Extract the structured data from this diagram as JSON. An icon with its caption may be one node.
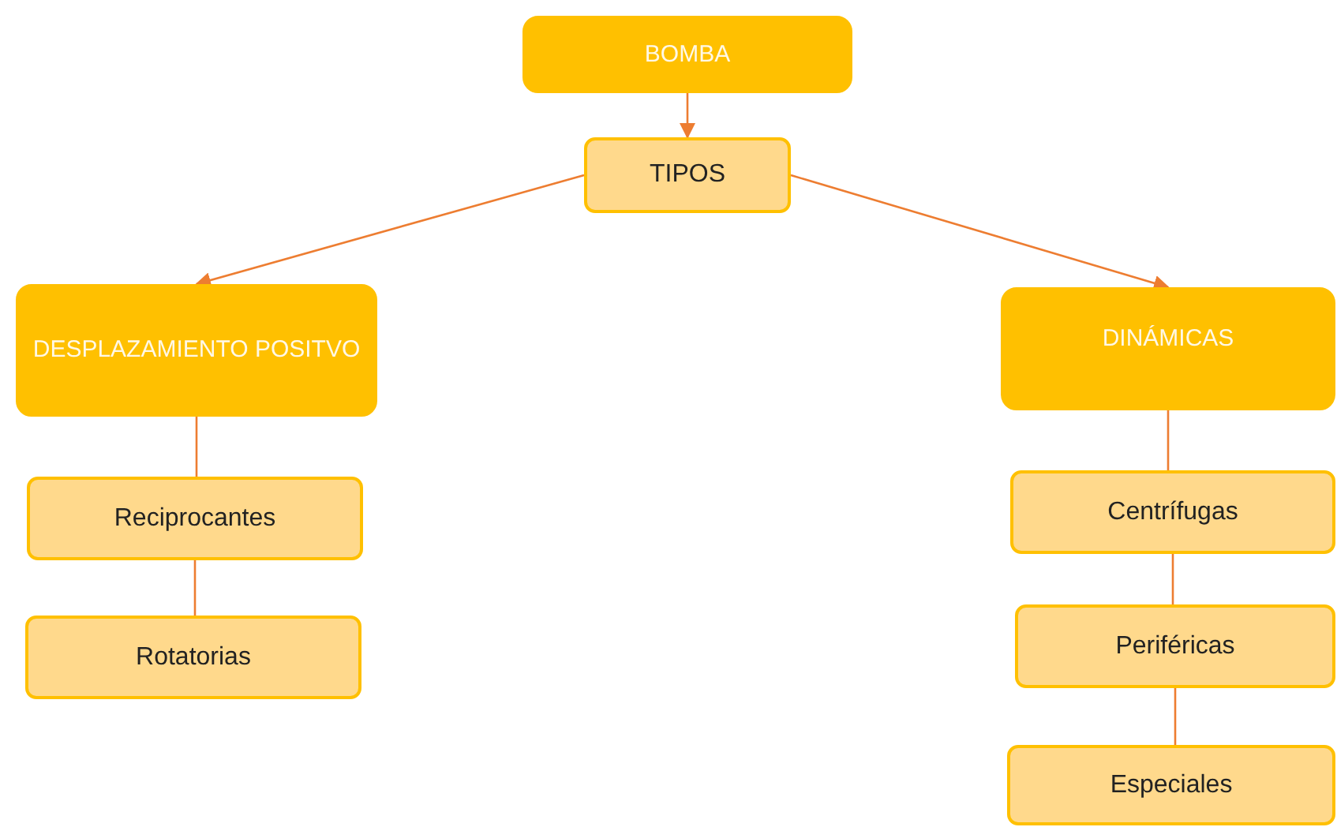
{
  "diagram": {
    "nodes": [
      {
        "text": [
          "BOMBA"
        ]
      },
      {
        "text": [
          "TIPOS"
        ]
      },
      {
        "text": [
          "DESPLAZAMIENTO POSITVO"
        ]
      },
      {
        "text": [
          "DINÁMICAS"
        ]
      },
      {
        "text": [
          "Reciprocantes"
        ]
      },
      {
        "text": [
          "Rotatorias"
        ]
      },
      {
        "text": [
          "Centrífugas"
        ]
      },
      {
        "text": [
          "Periféricas"
        ]
      },
      {
        "text": [
          "Especiales"
        ]
      }
    ],
    "edges": [
      {
        "from": 0,
        "to": 1,
        "arrow": "to"
      },
      {
        "from": 1,
        "to": 2,
        "arrow": "to"
      },
      {
        "from": 1,
        "to": 3,
        "arrow": "to"
      },
      {
        "from": 2,
        "to": 4,
        "arrow": "none"
      },
      {
        "from": 4,
        "to": 5,
        "arrow": "none"
      },
      {
        "from": 3,
        "to": 6,
        "arrow": "none"
      },
      {
        "from": 6,
        "to": 7,
        "arrow": "none"
      },
      {
        "from": 7,
        "to": 8,
        "arrow": "none"
      }
    ]
  }
}
